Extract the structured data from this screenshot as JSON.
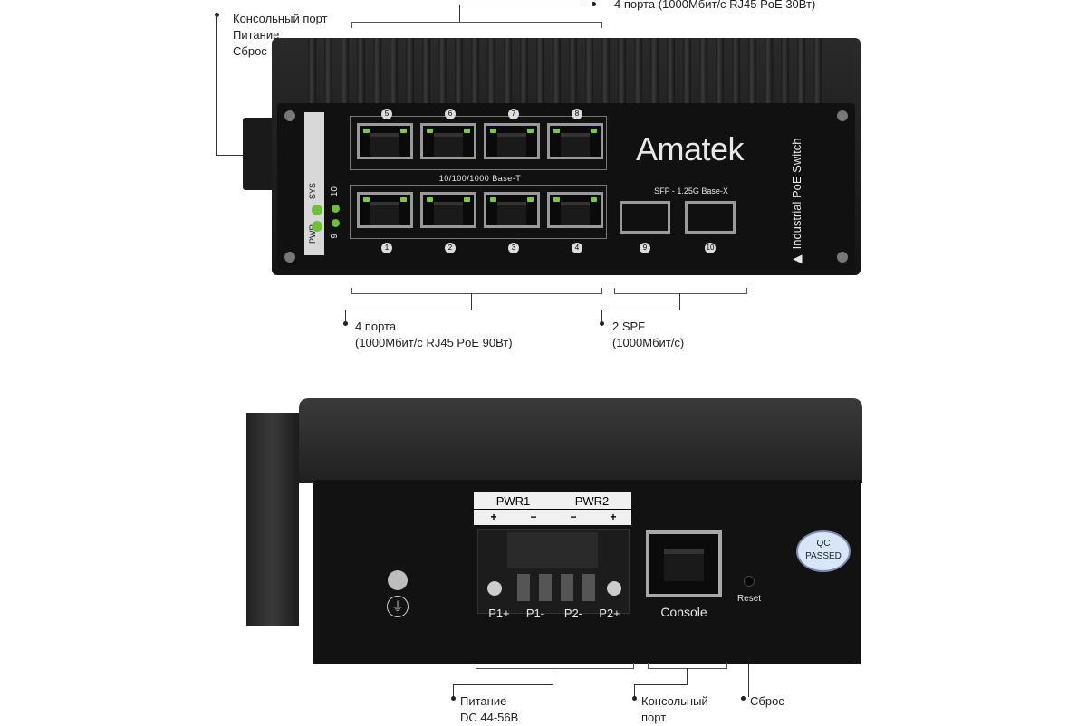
{
  "annotations": {
    "top_left_1": "Консольный порт",
    "top_left_2": "Питание",
    "top_left_3": "Сброс",
    "top_right": "4 порта (1000Мбит/с RJ45 PoE 30Вт)",
    "mid_left_1": "4 порта",
    "mid_left_2": "(1000Мбит/с RJ45 PoE 90Вт)",
    "mid_right_1": "2 SPF",
    "mid_right_2": "(1000Мбит/с)",
    "bottom_1_1": "Питание",
    "bottom_1_2": "DC 44-56В",
    "bottom_2_1": "Консольный",
    "bottom_2_2": "порт",
    "bottom_3": "Сброс"
  },
  "front_panel": {
    "brand": "Amatek",
    "side_label": "▶ Industrial PoE Switch",
    "port_group_label": "10/100/1000 Base-T",
    "sfp_label": "SFP - 1.25G Base-X",
    "led_labels": [
      "SYS",
      "PWR",
      "10",
      "9"
    ],
    "top_port_numbers": [
      "5",
      "6",
      "7",
      "8"
    ],
    "bottom_port_numbers": [
      "1",
      "2",
      "3",
      "4"
    ],
    "sfp_numbers": [
      "9",
      "10"
    ]
  },
  "rear_panel": {
    "pwr1": "PWR1",
    "pwr2": "PWR2",
    "signs": [
      "+",
      "−",
      "−",
      "+"
    ],
    "terminal_labels": [
      "P1+",
      "P1-",
      "P2-",
      "P2+"
    ],
    "console": "Console",
    "reset": "Reset",
    "qc_1": "QC",
    "qc_2": "PASSED"
  }
}
